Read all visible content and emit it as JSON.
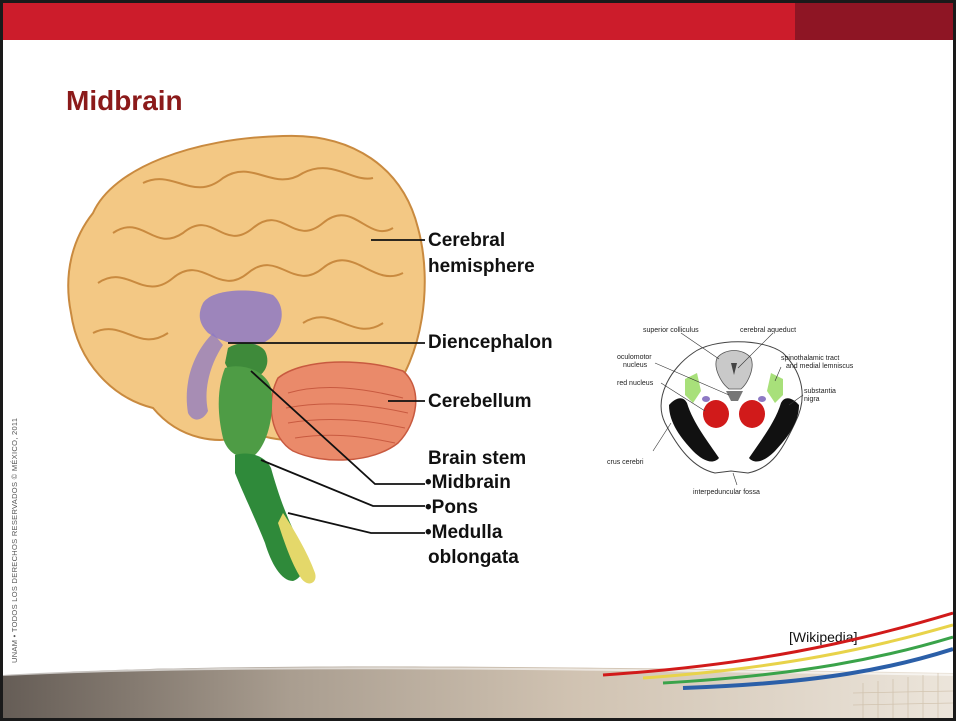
{
  "slide": {
    "title": "Midbrain",
    "side_credit": "UNAM • TODOS LOS DERECHOS RESERVADOS © MÉXICO, 2011",
    "source": "[Wikipedia]"
  },
  "brain_diagram": {
    "labels": {
      "cerebral_1": "Cerebral",
      "cerebral_2": "hemisphere",
      "diencephalon": "Diencephalon",
      "cerebellum": "Cerebellum",
      "brain_stem": "Brain stem",
      "midbrain": "•Midbrain",
      "pons": "•Pons",
      "medulla_1": "•Medulla",
      "medulla_2": "oblongata"
    }
  },
  "midbrain_section": {
    "labels": {
      "superior_colliculus": "superior colliculus",
      "cerebral_aqueduct": "cerebral aqueduct",
      "oculomotor_1": "oculomotor",
      "oculomotor_2": "nucleus",
      "spinothalamic_1": "spinothalamic tract",
      "spinothalamic_2": "and medial lemniscus",
      "red_nucleus": "red nucleus",
      "substantia_1": "substantia",
      "substantia_2": "nigra",
      "crus_cerebri": "crus cerebri",
      "interpeduncular_fossa": "interpeduncular fossa"
    }
  },
  "colors": {
    "header_red": "#cc1c2b",
    "header_dark": "#8e1524",
    "title": "#8b1a1a"
  }
}
